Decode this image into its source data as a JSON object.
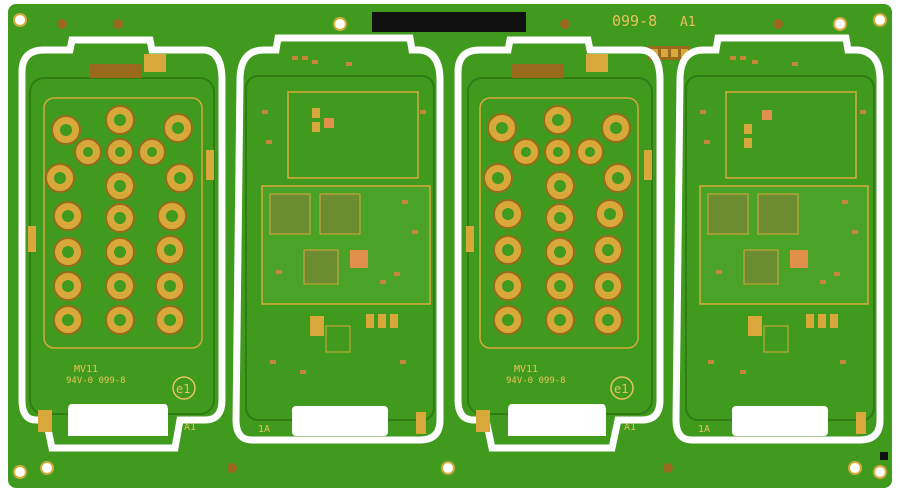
{
  "board": {
    "colors": {
      "solder_mask": "#3f9a1e",
      "solder_mask_dark": "#2f7d14",
      "copper": "#d8a93a",
      "copper_dark": "#9a6a1c",
      "cutout": "#ffffff",
      "black_label": "#111111"
    },
    "top_code": "099-8",
    "top_rev": "A1",
    "keypad_panels": [
      {
        "brand_mark": "e1",
        "rev": "A1",
        "ul_mark": "MV11",
        "part_no": "94V-0 099-8"
      },
      {
        "brand_mark": "e1",
        "rev": "A1",
        "ul_mark": "MV11",
        "part_no": "94V-0 099-8"
      }
    ],
    "main_panels": [
      {
        "rev": "1A"
      },
      {
        "rev": "1A"
      }
    ]
  }
}
